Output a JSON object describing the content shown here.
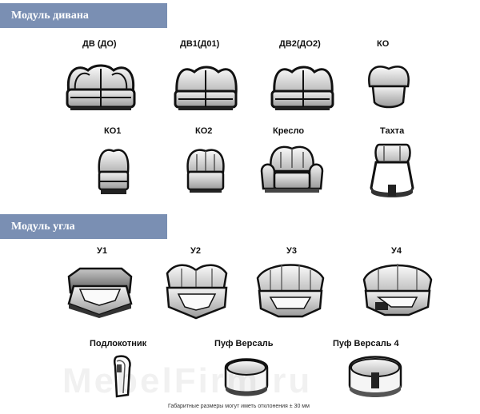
{
  "sofa_section": {
    "title": "Модуль дивана",
    "items": [
      {
        "label": "ДВ  (ДО)",
        "icon": "two-seat-sofa-module-icon"
      },
      {
        "label": "ДВ1(Д01)",
        "icon": "two-seat-sofa-module-one-arm-icon"
      },
      {
        "label": "ДВ2(ДО2)",
        "icon": "two-seat-sofa-module-no-arms-icon"
      },
      {
        "label": "КО",
        "icon": "single-seat-module-icon"
      },
      {
        "label": "КО1",
        "icon": "armless-chair-module-icon"
      },
      {
        "label": "КО2",
        "icon": "side-chair-module-icon"
      },
      {
        "label": "Кресло",
        "icon": "armchair-icon"
      },
      {
        "label": "Тахта",
        "icon": "ottoman-couch-icon"
      }
    ]
  },
  "corner_section": {
    "title": "Модуль угла",
    "items": [
      {
        "label": "У1",
        "icon": "corner-module-1-icon"
      },
      {
        "label": "У2",
        "icon": "corner-module-2-icon"
      },
      {
        "label": "У3",
        "icon": "corner-module-3-icon"
      },
      {
        "label": "У4",
        "icon": "corner-module-4-icon"
      },
      {
        "label": "Подлокотник",
        "icon": "armrest-icon"
      },
      {
        "label": "Пуф Версаль",
        "icon": "pouf-versal-icon"
      },
      {
        "label": "Пуф Версаль 4",
        "icon": "pouf-versal-4-icon"
      }
    ]
  },
  "footnote": "Габаритные размеры могут иметь отклонения ± 30 мм",
  "watermark": "MebelFirm.ru"
}
